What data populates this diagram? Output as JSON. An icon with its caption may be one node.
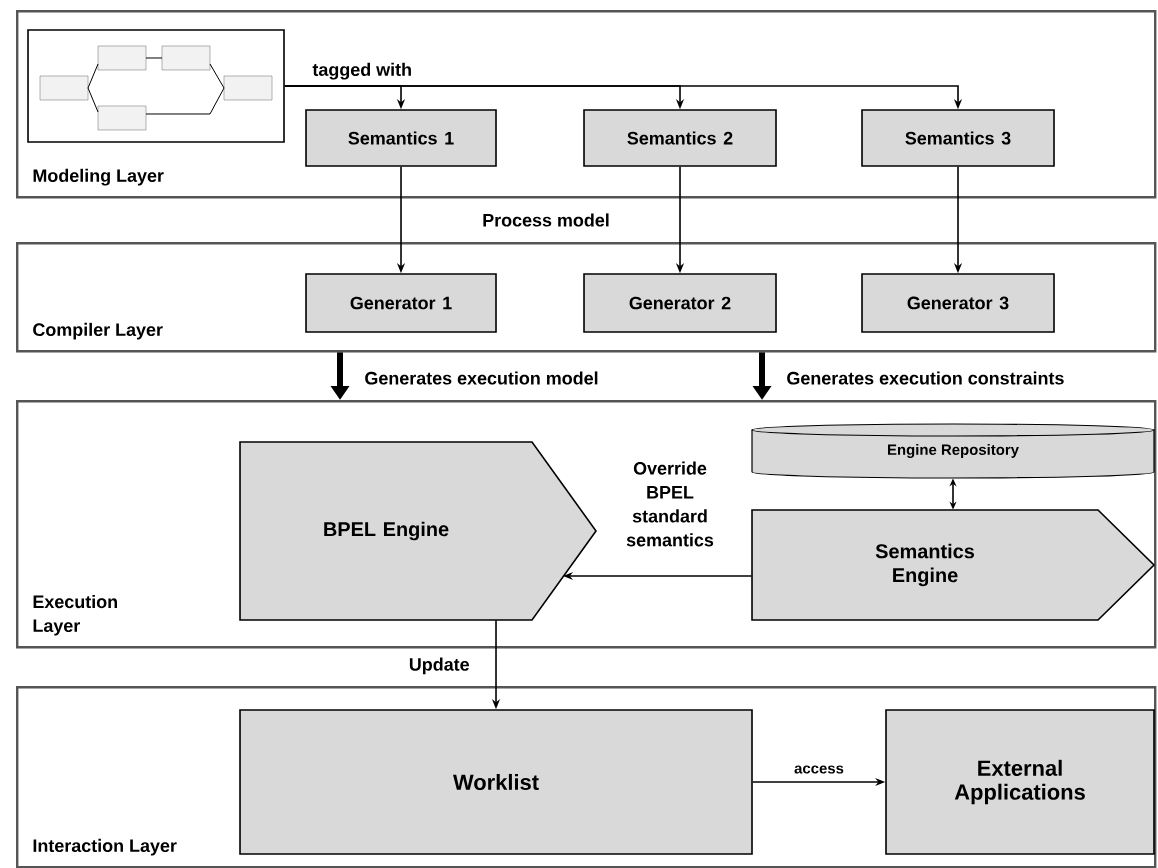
{
  "diagram": {
    "nodes": [
      {
        "text": [
          "Modeling Layer"
        ]
      },
      {
        "text": [],
        "shape": "picture",
        "in": 0
      },
      {
        "text": [
          "Semantics 1"
        ],
        "in": 0
      },
      {
        "text": [
          "Semantics 2"
        ],
        "in": 0
      },
      {
        "text": [
          "Semantics 3"
        ],
        "in": 0
      },
      {
        "text": [
          "Compiler Layer"
        ]
      },
      {
        "text": [
          "Generator 1"
        ],
        "in": 5
      },
      {
        "text": [
          "Generator 2"
        ],
        "in": 5
      },
      {
        "text": [
          "Generator 3"
        ],
        "in": 5
      },
      {
        "text": [
          "Execution Layer"
        ]
      },
      {
        "text": [
          "BPEL Engine"
        ],
        "in": 9
      },
      {
        "text": [
          "Engine Repository"
        ],
        "in": 9
      },
      {
        "text": [
          "Semantics Engine"
        ],
        "in": 9
      },
      {
        "text": [
          "Interaction Layer"
        ]
      },
      {
        "text": [
          "Worklist"
        ],
        "in": 13
      },
      {
        "text": [
          "External Applications"
        ],
        "in": 13
      }
    ],
    "edges": [
      {
        "from": 1,
        "to": 2,
        "arrow": "to",
        "label": "tagged with"
      },
      {
        "from": 1,
        "to": 3,
        "arrow": "to"
      },
      {
        "from": 1,
        "to": 4,
        "arrow": "to"
      },
      {
        "from": 2,
        "to": 6,
        "arrow": "to"
      },
      {
        "from": 3,
        "to": 7,
        "arrow": "to"
      },
      {
        "from": 4,
        "to": 8,
        "arrow": "to"
      },
      {
        "from": 5,
        "to": 9,
        "arrow": "to",
        "label": "Generates execution model",
        "style": "thick"
      },
      {
        "from": 5,
        "to": 9,
        "arrow": "to",
        "label": "Generates execution constraints",
        "style": "thick"
      },
      {
        "from": 11,
        "to": 12,
        "arrow": "both"
      },
      {
        "from": 12,
        "to": 10,
        "arrow": "to",
        "label": "Override BPEL standard semantics"
      },
      {
        "from": 10,
        "to": 14,
        "arrow": "to",
        "label": "Update"
      },
      {
        "from": 14,
        "to": 15,
        "arrow": "to",
        "label": "access"
      }
    ],
    "labels": [
      "Process model"
    ]
  }
}
